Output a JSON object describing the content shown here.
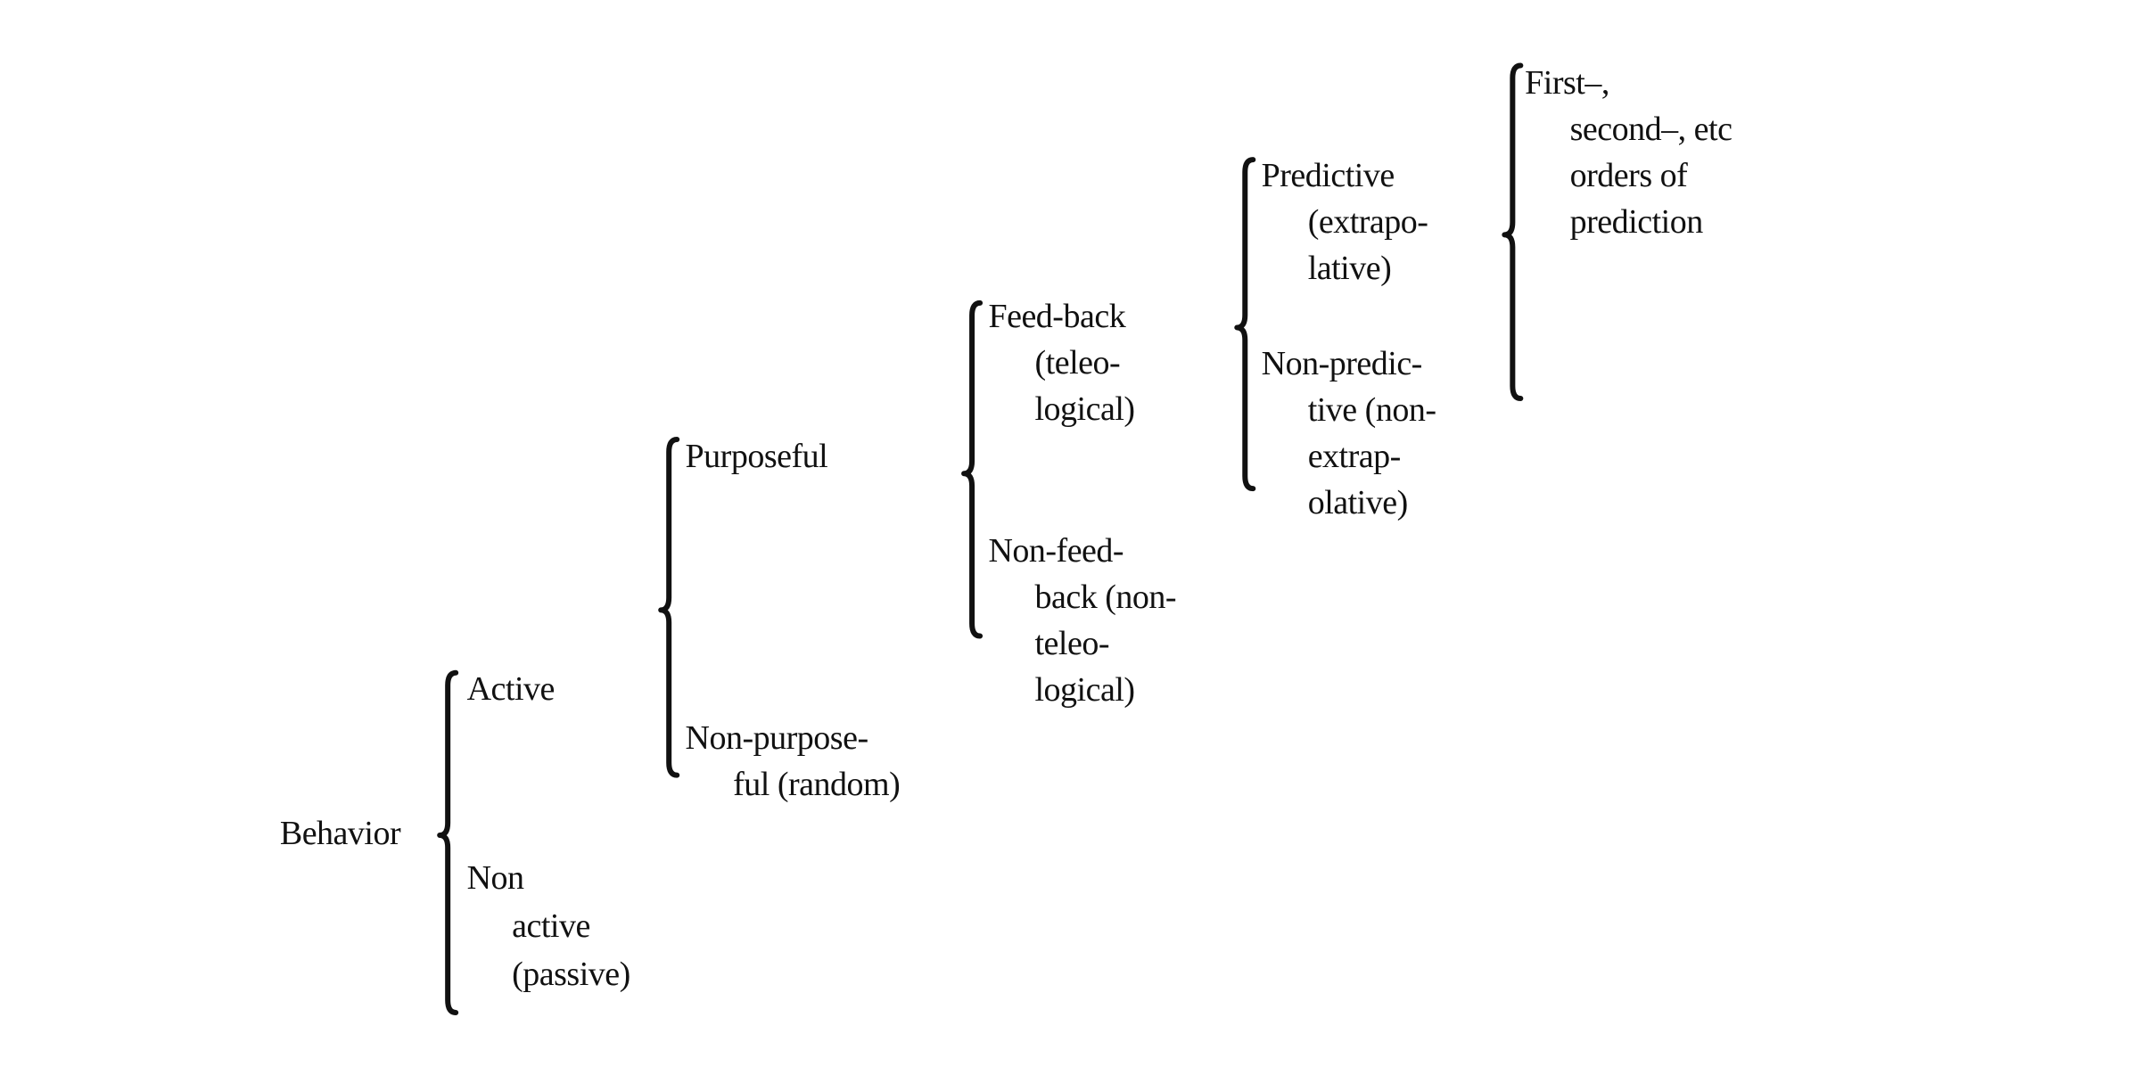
{
  "diagram": {
    "root": "Behavior",
    "levels": [
      {
        "upper": [
          "Active"
        ],
        "lower": [
          "Non",
          "active",
          "(passive)"
        ]
      },
      {
        "upper": [
          "Purposeful"
        ],
        "lower": [
          "Non-purpose-",
          "ful (random)"
        ]
      },
      {
        "upper": [
          "Feed-back",
          "(teleo-",
          "logical)"
        ],
        "lower": [
          "Non-feed-",
          "back (non-",
          "teleo-",
          "logical)"
        ]
      },
      {
        "upper": [
          "Predictive",
          "(extrapo-",
          "lative)"
        ],
        "lower": [
          "Non-predic-",
          "tive (non-",
          "extrap-",
          "olative)"
        ]
      },
      {
        "upper": [
          "First–,",
          "second–, etc",
          "orders of",
          "prediction"
        ],
        "lower": []
      }
    ]
  }
}
